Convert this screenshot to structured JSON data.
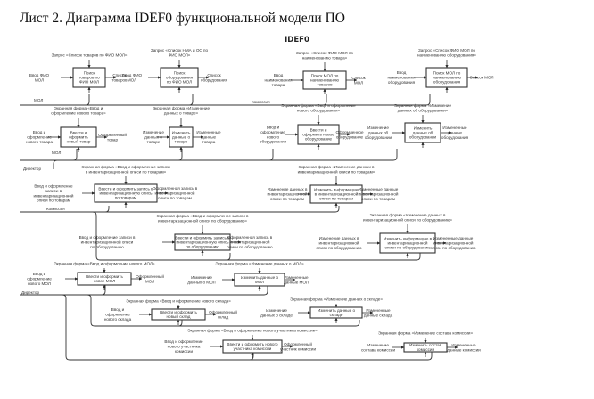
{
  "page": {
    "sheet_title": "Лист 2. Диаграмма IDEF0 функциональной модели ПО",
    "diagram_title": "IDEF0"
  },
  "mechanisms": {
    "mol": "МОЛ",
    "komissiya": "Комиссия",
    "direktor": "Директор"
  },
  "blocks": [
    {
      "id": "b1",
      "name": "Поиск товаров по ФИО МОЛ",
      "title": [
        "Поиск",
        "товаров по",
        "ФИО МОЛ"
      ],
      "input": [
        "Ввод ФИО",
        "МОЛ"
      ],
      "output": [
        "Список",
        "товаров"
      ],
      "control": [
        "Запрос «Список товаров по ФИО МОЛ»"
      ]
    },
    {
      "id": "b2",
      "name": "Поиск оборудования по ФИО МОЛ",
      "title": [
        "Поиск",
        "оборудования",
        "по ФИО МОЛ"
      ],
      "input": [
        "Ввод ФИО",
        "МОЛ"
      ],
      "output": [
        "Список",
        "оборудования"
      ],
      "control": [
        "Запрос «Список НМА и ОС по",
        "ФИО МОЛ»"
      ]
    },
    {
      "id": "b3",
      "name": "Поиск МОЛ по наименованию товаров",
      "title": [
        "Поиск МОЛ по",
        "наименованию",
        "товаров"
      ],
      "input": [
        "Ввод",
        "наименования",
        "товара"
      ],
      "output": [
        "Список",
        "МОЛ"
      ],
      "control": [
        "Запрос «Список ФИО МОЛ по",
        "наименованию товара»"
      ]
    },
    {
      "id": "b4",
      "name": "Поиск МОЛ по наименованию оборудования",
      "title": [
        "Поиск МОЛ по",
        "наименованию",
        "оборудования"
      ],
      "input": [
        "Ввод",
        "наименования",
        "оборудования"
      ],
      "output": [
        "Список МОЛ"
      ],
      "control": [
        "Запрос «Список ФИО МОЛ по",
        "наименованию оборудования»"
      ]
    },
    {
      "id": "b5",
      "name": "Ввести и оформить новый товар",
      "title": [
        "Ввести и",
        "оформить",
        "новый товар"
      ],
      "input": [
        "Ввод и",
        "оформление",
        "нового товара"
      ],
      "output": [
        "Оформленный",
        "товар"
      ],
      "control": [
        "Экранная форма «Ввод и",
        "оформление нового товара»"
      ]
    },
    {
      "id": "b6",
      "name": "Изменить данные о товаре",
      "title": [
        "Изменить",
        "данные о",
        "товаре"
      ],
      "input": [
        "Изменение",
        "данных о",
        "товаре"
      ],
      "output": [
        "Измененные",
        "данные",
        "товара"
      ],
      "control": [
        "Экранная форма «Изменение",
        "данных о товаре»"
      ]
    },
    {
      "id": "b7",
      "name": "Ввести и оформить новое оборудование",
      "title": [
        "Ввести и",
        "оформить новое",
        "оборудование"
      ],
      "input": [
        "Ввод и",
        "оформление",
        "нового",
        "оборудования"
      ],
      "output": [
        "Оформленное",
        "оборудование"
      ],
      "control": [
        "Экранная форма «Ввод и оформление",
        "нового оборудования»"
      ]
    },
    {
      "id": "b8",
      "name": "Изменить данные об оборудовании",
      "title": [
        "Изменить",
        "данные об",
        "оборудовании"
      ],
      "input": [
        "Изменение",
        "данных об",
        "оборудовании"
      ],
      "output": [
        "Измененные",
        "данные",
        "оборудования"
      ],
      "control": [
        "Экранная форма «Изменение",
        "данных об оборудовании»"
      ]
    },
    {
      "id": "b9",
      "name": "Ввести и оформить запись в инвентаризационную опись по товарам",
      "title": [
        "Ввести и оформить запись в",
        "инвентаризационную опись",
        "по товарам"
      ],
      "input": [
        "Ввод и оформление",
        "записи в",
        "инвентаризационной",
        "описи по товарам"
      ],
      "output": [
        "Оформленная запись в",
        "инвентаризационной",
        "описи по товарам"
      ],
      "control": [
        "Экранная форма «Ввод и оформление  записи",
        "в инвентаризационной описи по товарам»"
      ]
    },
    {
      "id": "b10",
      "name": "Изменить информацию в инвентаризационной описи по товарам",
      "title": [
        "Изменить информацию",
        "в инвентаризационной",
        "описи по товарам"
      ],
      "input": [
        "Изменение данных в",
        "инвентаризационной",
        "описи по товарам"
      ],
      "output": [
        "Измененные данные",
        "инвентаризационной",
        "описи по товарам"
      ],
      "control": [
        "Экранная форма «Изменение данных в",
        "инвентаризационной описи по товарам»"
      ]
    },
    {
      "id": "b11",
      "name": "Ввести и оформить запись в инвентаризационную опись по оборудованию",
      "title": [
        "Ввести и оформить запись в",
        "инвентаризационную опись",
        "по оборудованию"
      ],
      "input": [
        "Ввод и оформление записи в",
        "инвентаризационной описи",
        "по оборудованию"
      ],
      "output": [
        "Оформленная запись в",
        "инвентаризационной",
        "описи по оборудованию"
      ],
      "control": [
        "Экранная форма «Ввод и оформление записи в",
        "инвентаризационной описи по оборудованию»"
      ]
    },
    {
      "id": "b12",
      "name": "Изменить информацию в инвентаризационной описи по оборудованию",
      "title": [
        "Изменить информацию в",
        "инвентаризационной",
        "описи по оборудованию"
      ],
      "input": [
        "Изменение данных в",
        "инвентаризационной",
        "описи по оборудованию"
      ],
      "output": [
        "Измененные данные",
        "инвентаризационной",
        "описи по оборудованию"
      ],
      "control": [
        "Экранная форма «Изменение данных в",
        "инвентаризационной описи по оборудованию»"
      ]
    },
    {
      "id": "b13",
      "name": "Ввести и оформить новое МОЛ",
      "title": [
        "Ввести и оформить",
        "новое МОЛ"
      ],
      "input": [
        "Ввод и",
        "оформление",
        "нового МОЛ"
      ],
      "output": [
        "Оформленный",
        "МОЛ"
      ],
      "control": [
        "Экранная форма «Ввод и оформление  нового МОЛ»"
      ]
    },
    {
      "id": "b14",
      "name": "Изменить данные о МОЛ",
      "title": [
        "Изменить данные о",
        "МОЛ"
      ],
      "input": [
        "Изменение",
        "данных о МОЛ"
      ],
      "output": [
        "Измененные",
        "данные МОЛ"
      ],
      "control": [
        "Экранная форма «Изменение данных о МОЛ»"
      ]
    },
    {
      "id": "b15",
      "name": "Ввести и оформить новый склад",
      "title": [
        "Ввести и оформить",
        "новый склад"
      ],
      "input": [
        "Ввод и",
        "оформление",
        "нового склада"
      ],
      "output": [
        "Оформленный",
        "склад"
      ],
      "control": [
        "Экранная форма «Ввод и оформление нового склада»"
      ]
    },
    {
      "id": "b16",
      "name": "Изменить данные о складе",
      "title": [
        "Изменить данные о",
        "складе"
      ],
      "input": [
        "Изменение",
        "данных о складе"
      ],
      "output": [
        "Измененные",
        "данные склада"
      ],
      "control": [
        "Экранная форма «Изменение данных о складе»"
      ]
    },
    {
      "id": "b17",
      "name": "Ввести и оформить нового участника комиссии",
      "title": [
        "Ввести и оформить нового",
        "участника комиссии"
      ],
      "input": [
        "Ввод и оформление",
        "нового участника",
        "комиссии"
      ],
      "output": [
        "Оформленный",
        "участник комиссии"
      ],
      "control": [
        "Экранная форма «Ввод и оформление нового  участника комиссии»"
      ]
    },
    {
      "id": "b18",
      "name": "Изменить состав комиссии",
      "title": [
        "Изменить состав",
        "комиссии"
      ],
      "input": [
        "Изменение",
        "состава комиссии"
      ],
      "output": [
        "Измененные",
        "данные комиссии"
      ],
      "control": [
        "Экранная форма «Изменение состава комиссии»"
      ]
    }
  ]
}
